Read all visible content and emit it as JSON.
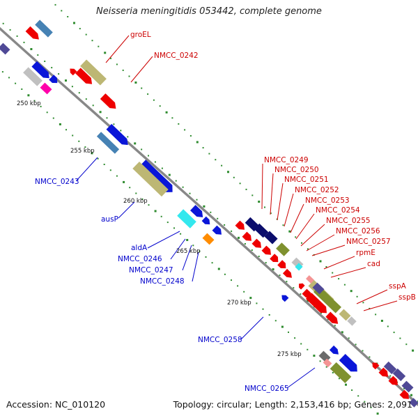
{
  "title": "Neisseria meningitidis 053442, complete genome",
  "accession": "Accession: NC_010120",
  "summary": "Topology: circular; Length: 2,153,416 bp; Genes: 2,091",
  "ticks": [
    "250 kbp",
    "255 kbp",
    "260 kbp",
    "265 kbp",
    "270 kbp",
    "275 kbp"
  ],
  "gene_labels": [
    "groEL",
    "NMCC_0242",
    "NMCC_0243",
    "ausP",
    "aldA",
    "NMCC_0246",
    "NMCC_0247",
    "NMCC_0248",
    "NMCC_0249",
    "NMCC_0250",
    "NMCC_0251",
    "NMCC_0252",
    "NMCC_0253",
    "NMCC_0254",
    "NMCC_0255",
    "NMCC_0256",
    "NMCC_0257",
    "rpmE",
    "cad",
    "sspA",
    "sspB",
    "NMCC_0258",
    "NMCC_0265"
  ],
  "colors": {
    "red": "#ee0000",
    "blue": "#0a16d8",
    "navy": "#0b0d6c",
    "khaki": "#bdb774",
    "olive": "#7f912f",
    "cyan": "#33e8ee",
    "orange": "#ff8c00",
    "magenta": "#ff00aa",
    "steel": "#4682b4",
    "slate": "#4f4996",
    "gray": "#c0c0c0",
    "dark": "#6b6b6b",
    "pink": "#f49494",
    "backbone": "#888888",
    "label_red": "#cc0000",
    "label_blue": "#0000cc",
    "dots": "#2e8b2e"
  }
}
